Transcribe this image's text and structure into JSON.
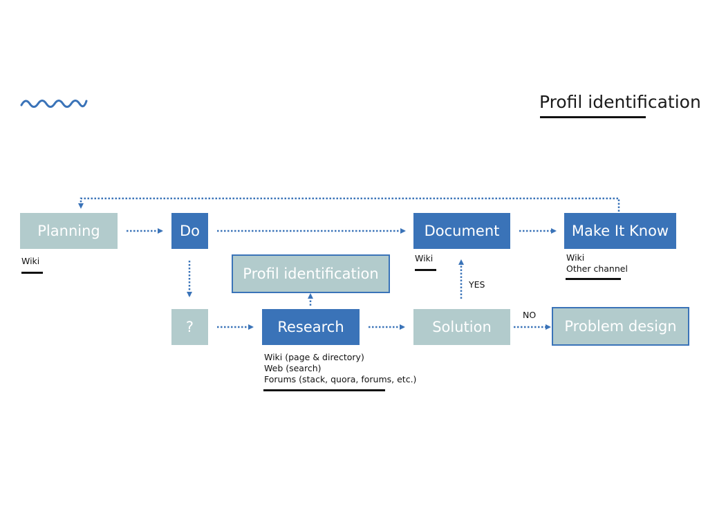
{
  "header": {
    "title": "Profil identification",
    "logo_icon": "wave-icon",
    "accent_color": "#3a73b8"
  },
  "colors": {
    "dark_box": "#3a73b8",
    "light_box": "#b2cbcc",
    "arrow": "#3a73b8",
    "text": "#111111"
  },
  "nodes": {
    "planning": "Planning",
    "do": "Do",
    "document": "Document",
    "make_it_know": "Make It Know",
    "profil_identification": "Profil identification",
    "unknown": "?",
    "research": "Research",
    "solution": "Solution",
    "problem_design": "Problem design"
  },
  "notes": {
    "planning": [
      "Wiki"
    ],
    "document": [
      "Wiki"
    ],
    "make_it_know": [
      "Wiki",
      "Other channel"
    ],
    "research": [
      "Wiki (page & directory)",
      "Web (search)",
      "Forums (stack, quora, forums, etc.)"
    ]
  },
  "edge_labels": {
    "yes": "YES",
    "no": "NO"
  }
}
